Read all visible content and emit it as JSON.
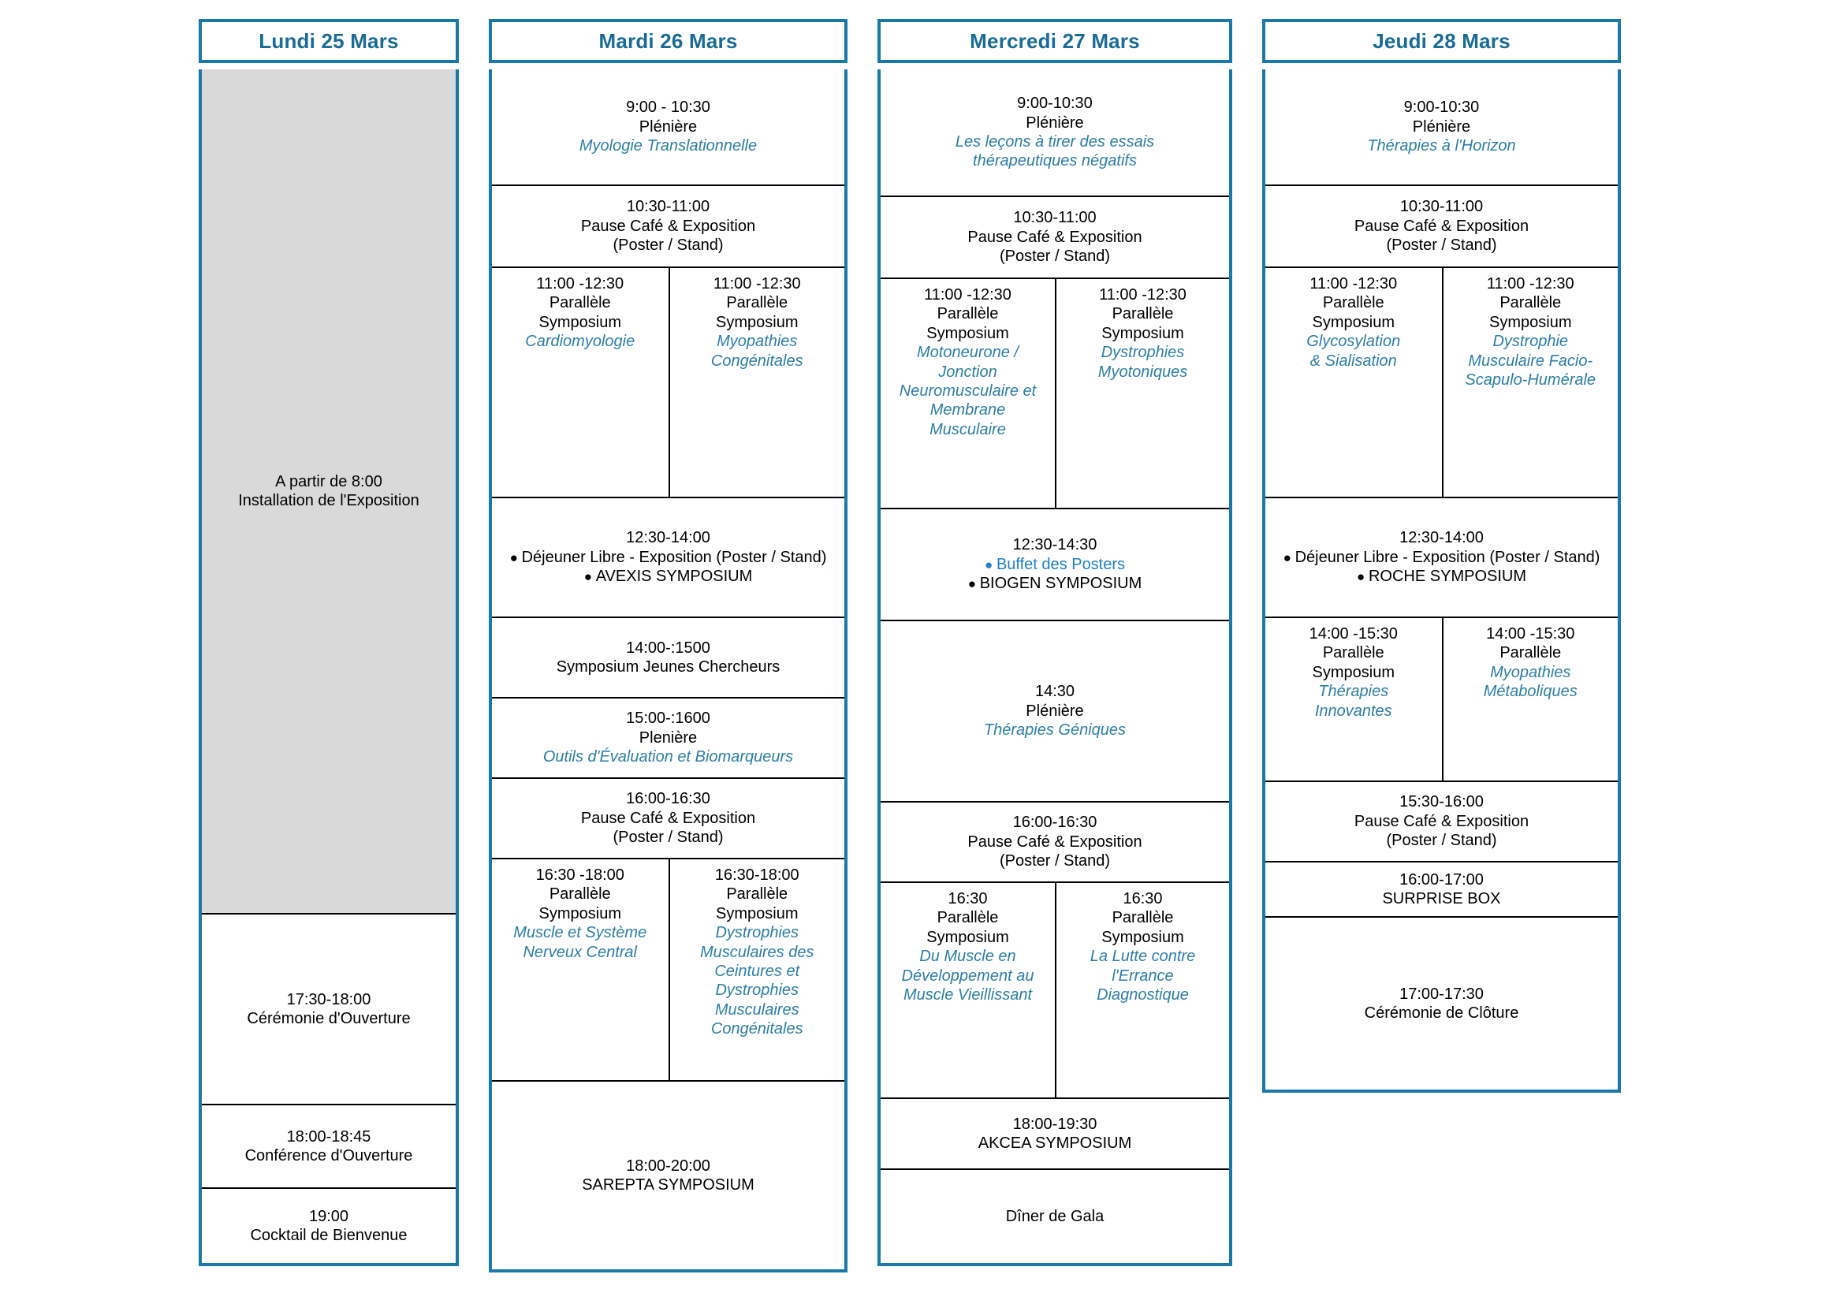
{
  "meta": {
    "accent": "#1a79a8",
    "header_text_color": "#1a6b96",
    "topic_color": "#2e7ea6",
    "highlight_color": "#1f7ec9",
    "grey_block": "#d9d9d9"
  },
  "days": [
    {
      "key": "lundi",
      "header": "Lundi 25 Mars",
      "blocks": [
        {
          "type": "single",
          "grey": true,
          "lines": [
            {
              "text": "A partir de 8:00",
              "style": "plain"
            },
            {
              "text": "Installation de l'Exposition",
              "style": "plain"
            }
          ]
        },
        {
          "type": "single",
          "lines": [
            {
              "text": "17:30-18:00",
              "style": "plain"
            },
            {
              "text": "Cérémonie d'Ouverture",
              "style": "plain"
            }
          ]
        },
        {
          "type": "single",
          "lines": [
            {
              "text": "18:00-18:45",
              "style": "plain"
            },
            {
              "text": "Conférence d'Ouverture",
              "style": "plain"
            }
          ]
        },
        {
          "type": "single",
          "lines": [
            {
              "text": "19:00",
              "style": "plain"
            },
            {
              "text": "Cocktail de Bienvenue",
              "style": "plain"
            }
          ]
        }
      ]
    },
    {
      "key": "mardi",
      "header": "Mardi 26 Mars",
      "blocks": [
        {
          "type": "single",
          "lines": [
            {
              "text": "9:00 - 10:30",
              "style": "plain"
            },
            {
              "text": "Plénière",
              "style": "plain"
            },
            {
              "text": "Myologie Translationnelle",
              "style": "topic"
            }
          ]
        },
        {
          "type": "single",
          "lines": [
            {
              "text": "10:30-11:00",
              "style": "plain"
            },
            {
              "text": "Pause Café & Exposition",
              "style": "plain"
            },
            {
              "text": "(Poster / Stand)",
              "style": "plain"
            }
          ]
        },
        {
          "type": "split",
          "left": [
            {
              "text": "11:00 -12:30",
              "style": "plain"
            },
            {
              "text": "Parallèle",
              "style": "plain"
            },
            {
              "text": "Symposium",
              "style": "plain"
            },
            {
              "text": "Cardiomyologie",
              "style": "topic"
            }
          ],
          "right": [
            {
              "text": "11:00 -12:30",
              "style": "plain"
            },
            {
              "text": "Parallèle",
              "style": "plain"
            },
            {
              "text": "Symposium",
              "style": "plain"
            },
            {
              "text": "Myopathies",
              "style": "topic"
            },
            {
              "text": "Congénitales",
              "style": "topic"
            }
          ]
        },
        {
          "type": "single",
          "lines": [
            {
              "text": "12:30-14:00",
              "style": "plain"
            },
            {
              "text": "Déjeuner Libre - Exposition (Poster / Stand)",
              "style": "bullet"
            },
            {
              "text": "AVEXIS SYMPOSIUM",
              "style": "bullet"
            }
          ]
        },
        {
          "type": "single",
          "lines": [
            {
              "text": "14:00-:1500",
              "style": "plain"
            },
            {
              "text": "Symposium Jeunes Chercheurs",
              "style": "plain"
            }
          ]
        },
        {
          "type": "single",
          "lines": [
            {
              "text": "15:00-:1600",
              "style": "plain"
            },
            {
              "text": "Plenière",
              "style": "plain"
            },
            {
              "text": "Outils d'Évaluation et Biomarqueurs",
              "style": "topic"
            }
          ]
        },
        {
          "type": "single",
          "lines": [
            {
              "text": "16:00-16:30",
              "style": "plain"
            },
            {
              "text": "Pause Café & Exposition",
              "style": "plain"
            },
            {
              "text": "(Poster / Stand)",
              "style": "plain"
            }
          ]
        },
        {
          "type": "split",
          "left": [
            {
              "text": "16:30 -18:00",
              "style": "plain"
            },
            {
              "text": "Parallèle",
              "style": "plain"
            },
            {
              "text": "Symposium",
              "style": "plain"
            },
            {
              "text": "Muscle et Système",
              "style": "topic"
            },
            {
              "text": "Nerveux Central",
              "style": "topic"
            }
          ],
          "right": [
            {
              "text": "16:30-18:00",
              "style": "plain"
            },
            {
              "text": "Parallèle",
              "style": "plain"
            },
            {
              "text": "Symposium",
              "style": "plain"
            },
            {
              "text": "Dystrophies",
              "style": "topic"
            },
            {
              "text": "Musculaires des",
              "style": "topic"
            },
            {
              "text": "Ceintures et",
              "style": "topic"
            },
            {
              "text": "Dystrophies",
              "style": "topic"
            },
            {
              "text": "Musculaires",
              "style": "topic"
            },
            {
              "text": "Congénitales",
              "style": "topic"
            }
          ]
        },
        {
          "type": "single",
          "lines": [
            {
              "text": "18:00-20:00",
              "style": "plain"
            },
            {
              "text": "SAREPTA SYMPOSIUM",
              "style": "plain"
            }
          ]
        }
      ]
    },
    {
      "key": "mercredi",
      "header": "Mercredi 27 Mars",
      "blocks": [
        {
          "type": "single",
          "lines": [
            {
              "text": "9:00-10:30",
              "style": "plain"
            },
            {
              "text": "Plénière",
              "style": "plain"
            },
            {
              "text": "Les leçons à tirer des essais",
              "style": "topic"
            },
            {
              "text": "thérapeutiques négatifs",
              "style": "topic"
            }
          ]
        },
        {
          "type": "single",
          "lines": [
            {
              "text": "10:30-11:00",
              "style": "plain"
            },
            {
              "text": "Pause Café & Exposition",
              "style": "plain"
            },
            {
              "text": "(Poster / Stand)",
              "style": "plain"
            }
          ]
        },
        {
          "type": "split",
          "left": [
            {
              "text": "11:00 -12:30",
              "style": "plain"
            },
            {
              "text": "Parallèle",
              "style": "plain"
            },
            {
              "text": "Symposium",
              "style": "plain"
            },
            {
              "text": "Motoneurone /",
              "style": "topic"
            },
            {
              "text": "Jonction",
              "style": "topic"
            },
            {
              "text": "Neuromusculaire et",
              "style": "topic"
            },
            {
              "text": "Membrane",
              "style": "topic"
            },
            {
              "text": "Musculaire",
              "style": "topic"
            }
          ],
          "right": [
            {
              "text": "11:00 -12:30",
              "style": "plain"
            },
            {
              "text": "Parallèle",
              "style": "plain"
            },
            {
              "text": "Symposium",
              "style": "plain"
            },
            {
              "text": "Dystrophies",
              "style": "topic"
            },
            {
              "text": "Myotoniques",
              "style": "topic"
            }
          ]
        },
        {
          "type": "single",
          "lines": [
            {
              "text": "12:30-14:30",
              "style": "plain"
            },
            {
              "text": "Buffet des Posters",
              "style": "bullet-highlight"
            },
            {
              "text": "BIOGEN SYMPOSIUM",
              "style": "bullet"
            }
          ]
        },
        {
          "type": "single",
          "lines": [
            {
              "text": "14:30",
              "style": "plain"
            },
            {
              "text": "Plénière",
              "style": "plain"
            },
            {
              "text": "Thérapies Géniques",
              "style": "topic"
            }
          ]
        },
        {
          "type": "single",
          "lines": [
            {
              "text": "16:00-16:30",
              "style": "plain"
            },
            {
              "text": "Pause Café & Exposition",
              "style": "plain"
            },
            {
              "text": "(Poster / Stand)",
              "style": "plain"
            }
          ]
        },
        {
          "type": "split",
          "left": [
            {
              "text": "16:30",
              "style": "plain"
            },
            {
              "text": "Parallèle",
              "style": "plain"
            },
            {
              "text": "Symposium",
              "style": "plain"
            },
            {
              "text": "Du Muscle en",
              "style": "topic"
            },
            {
              "text": "Développement au",
              "style": "topic"
            },
            {
              "text": "Muscle Vieillissant",
              "style": "topic"
            }
          ],
          "right": [
            {
              "text": "16:30",
              "style": "plain"
            },
            {
              "text": "Parallèle",
              "style": "plain"
            },
            {
              "text": "Symposium",
              "style": "plain"
            },
            {
              "text": "La Lutte contre",
              "style": "topic"
            },
            {
              "text": "l'Errance",
              "style": "topic"
            },
            {
              "text": "Diagnostique",
              "style": "topic"
            }
          ]
        },
        {
          "type": "single",
          "lines": [
            {
              "text": "18:00-19:30",
              "style": "plain"
            },
            {
              "text": "AKCEA SYMPOSIUM",
              "style": "plain"
            }
          ]
        },
        {
          "type": "single",
          "lines": [
            {
              "text": "Dîner de Gala",
              "style": "plain"
            }
          ]
        }
      ]
    },
    {
      "key": "jeudi",
      "header": "Jeudi 28 Mars",
      "blocks": [
        {
          "type": "single",
          "lines": [
            {
              "text": "9:00-10:30",
              "style": "plain"
            },
            {
              "text": "Plénière",
              "style": "plain"
            },
            {
              "text": "Thérapies à l'Horizon",
              "style": "topic"
            }
          ]
        },
        {
          "type": "single",
          "lines": [
            {
              "text": "10:30-11:00",
              "style": "plain"
            },
            {
              "text": "Pause Café & Exposition",
              "style": "plain"
            },
            {
              "text": "(Poster / Stand)",
              "style": "plain"
            }
          ]
        },
        {
          "type": "split",
          "left": [
            {
              "text": "11:00 -12:30",
              "style": "plain"
            },
            {
              "text": "Parallèle",
              "style": "plain"
            },
            {
              "text": "Symposium",
              "style": "plain"
            },
            {
              "text": "Glycosylation",
              "style": "topic"
            },
            {
              "text": "& Sialisation",
              "style": "topic"
            }
          ],
          "right": [
            {
              "text": "11:00 -12:30",
              "style": "plain"
            },
            {
              "text": "Parallèle",
              "style": "plain"
            },
            {
              "text": "Symposium",
              "style": "plain"
            },
            {
              "text": "Dystrophie",
              "style": "topic"
            },
            {
              "text": "Musculaire Facio-",
              "style": "topic"
            },
            {
              "text": "Scapulo-Humérale",
              "style": "topic"
            }
          ]
        },
        {
          "type": "single",
          "lines": [
            {
              "text": "12:30-14:00",
              "style": "plain"
            },
            {
              "text": "Déjeuner Libre - Exposition (Poster / Stand)",
              "style": "bullet"
            },
            {
              "text": "ROCHE SYMPOSIUM",
              "style": "bullet"
            }
          ]
        },
        {
          "type": "split",
          "left": [
            {
              "text": "14:00 -15:30",
              "style": "plain"
            },
            {
              "text": "Parallèle",
              "style": "plain"
            },
            {
              "text": "Symposium",
              "style": "plain"
            },
            {
              "text": "Thérapies",
              "style": "topic"
            },
            {
              "text": "Innovantes",
              "style": "topic"
            }
          ],
          "right": [
            {
              "text": "14:00 -15:30",
              "style": "plain"
            },
            {
              "text": "Parallèle",
              "style": "plain"
            },
            {
              "text": "Myopathies",
              "style": "topic"
            },
            {
              "text": "Métaboliques",
              "style": "topic"
            }
          ]
        },
        {
          "type": "single",
          "lines": [
            {
              "text": "15:30-16:00",
              "style": "plain"
            },
            {
              "text": "Pause Café & Exposition",
              "style": "plain"
            },
            {
              "text": "(Poster / Stand)",
              "style": "plain"
            }
          ]
        },
        {
          "type": "single",
          "lines": [
            {
              "text": "16:00-17:00",
              "style": "plain"
            },
            {
              "text": "SURPRISE BOX",
              "style": "plain"
            }
          ]
        },
        {
          "type": "single",
          "lines": [
            {
              "text": "17:00-17:30",
              "style": "plain"
            },
            {
              "text": "Cérémonie de Clôture",
              "style": "plain"
            }
          ]
        }
      ]
    }
  ]
}
